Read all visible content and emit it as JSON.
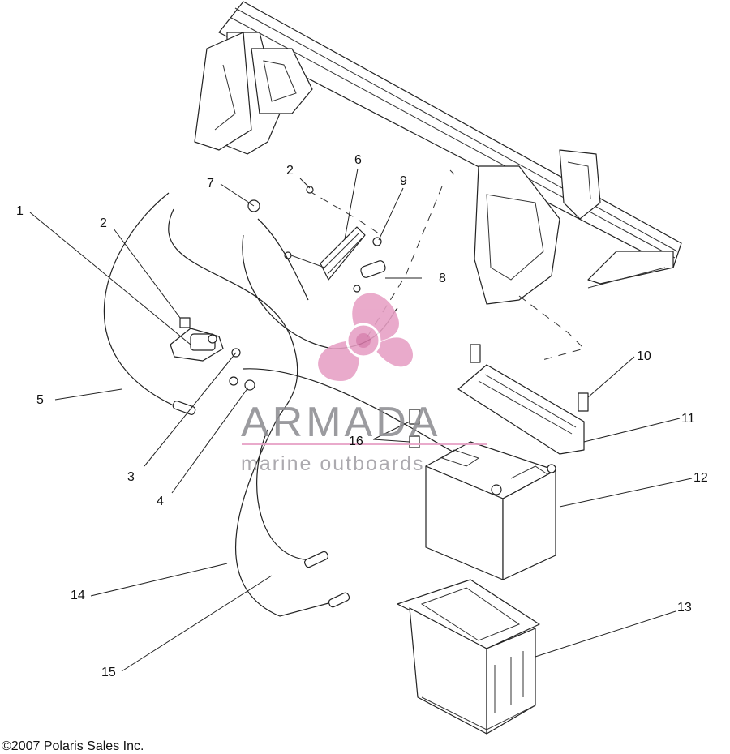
{
  "callouts": [
    {
      "id": "1",
      "label": "1"
    },
    {
      "id": "2a",
      "label": "2"
    },
    {
      "id": "2b",
      "label": "2"
    },
    {
      "id": "3",
      "label": "3"
    },
    {
      "id": "4",
      "label": "4"
    },
    {
      "id": "5",
      "label": "5"
    },
    {
      "id": "6",
      "label": "6"
    },
    {
      "id": "7",
      "label": "7"
    },
    {
      "id": "8",
      "label": "8"
    },
    {
      "id": "9",
      "label": "9"
    },
    {
      "id": "10",
      "label": "10"
    },
    {
      "id": "11",
      "label": "11"
    },
    {
      "id": "12",
      "label": "12"
    },
    {
      "id": "13",
      "label": "13"
    },
    {
      "id": "14",
      "label": "14"
    },
    {
      "id": "15",
      "label": "15"
    },
    {
      "id": "16",
      "label": "16"
    }
  ],
  "watermark": {
    "word": "ARMADA",
    "subtitle": "marine outboards",
    "colors": {
      "logo": "#e79fc4",
      "text": "#8e8e92",
      "underline": "#e79fc4"
    }
  },
  "copyright": "©2007 Polaris Sales Inc."
}
